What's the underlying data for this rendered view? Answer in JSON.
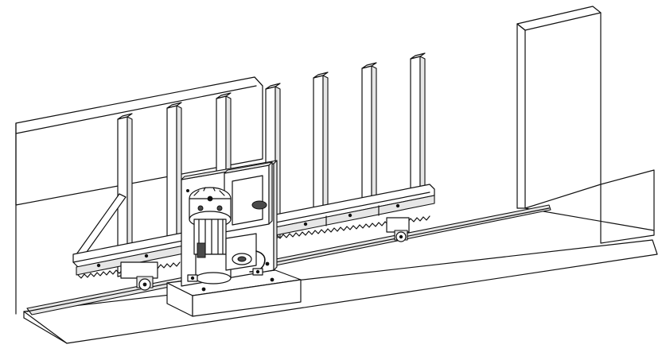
{
  "figure": {
    "description_visible_text": "",
    "colors": {
      "line": "#111111",
      "fill": "#ffffff",
      "shade": "#e6e6e6",
      "dark": "#4a4a4a"
    },
    "icons": [
      "gate-panel",
      "gate-picket",
      "gear-rack",
      "gate-motor",
      "guide-rail",
      "concrete-plinth",
      "gate-pillar",
      "track-wheel",
      "diagonal-brace"
    ]
  }
}
